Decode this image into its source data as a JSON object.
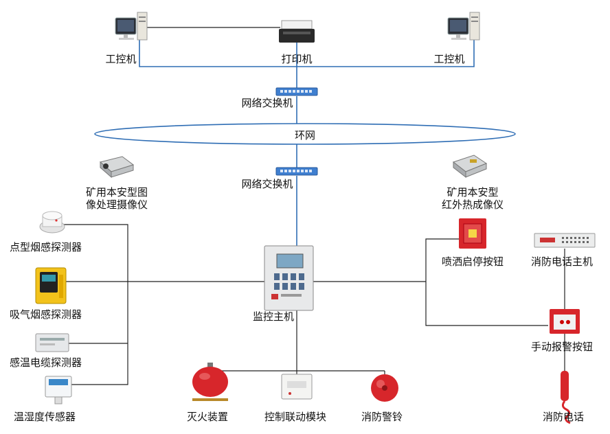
{
  "labels": {
    "ipc_left": "工控机",
    "printer": "打印机",
    "ipc_right": "工控机",
    "switch_top": "网络交换机",
    "ring": "环网",
    "switch_mid": "网络交换机",
    "camera_left_l1": "矿用本安型图",
    "camera_left_l2": "像处理摄像仪",
    "camera_right_l1": "矿用本安型",
    "camera_right_l2": "红外热成像仪",
    "smoke_detector": "点型烟感探测器",
    "aspirating_detector": "吸气烟感探测器",
    "heat_cable_detector": "感温电缆探测器",
    "humidity_sensor": "温湿度传感器",
    "monitor_host": "监控主机",
    "sprinkler_button": "喷洒启停按钮",
    "fire_phone_host": "消防电话主机",
    "manual_alarm_button": "手动报警按钮",
    "extinguisher": "灭火装置",
    "linkage_module": "控制联动模块",
    "fire_bell": "消防警铃",
    "fire_phone": "消防电话"
  },
  "colors": {
    "network_line": "#2e6db4",
    "wire": "#222222",
    "alarm_red": "#d7262b",
    "switch_blue": "#3f7fd0",
    "device_yellow": "#f2c21b"
  },
  "icons": [
    "computer-icon",
    "printer-icon",
    "network-switch-icon",
    "camera-icon",
    "smoke-detector-icon",
    "aspirating-detector-icon",
    "cable-detector-icon",
    "humidity-sensor-icon",
    "control-cabinet-icon",
    "push-button-icon",
    "phone-host-icon",
    "manual-alarm-icon",
    "extinguisher-icon",
    "module-icon",
    "bell-icon",
    "handset-icon"
  ]
}
